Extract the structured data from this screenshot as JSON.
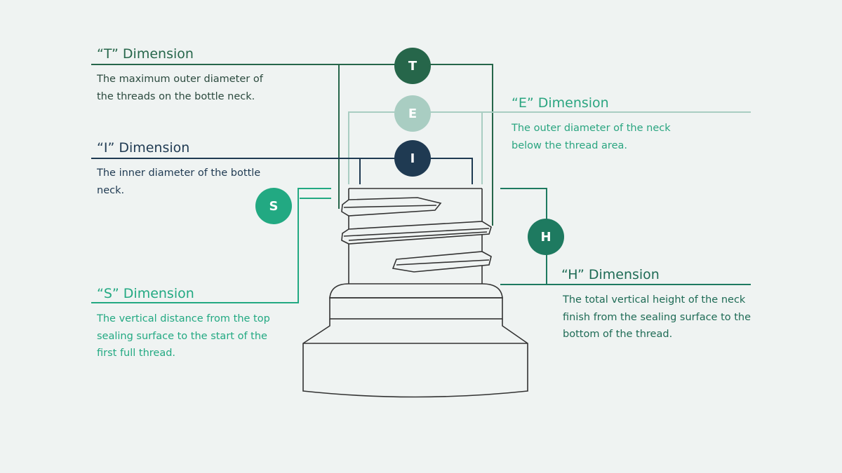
{
  "colors": {
    "T": "#26664a",
    "E": "#a9cdc2",
    "I": "#1f3a52",
    "S": "#22a982",
    "H": "#1e7a60"
  },
  "dimensions": {
    "T": {
      "badge": "T",
      "heading": "“T” Dimension",
      "text": "The maximum outer diameter of the threads on the bottle neck."
    },
    "E": {
      "badge": "E",
      "heading": "“E” Dimension",
      "text": "The outer diameter of the neck below the thread area."
    },
    "I": {
      "badge": "I",
      "heading": "“I” Dimension",
      "text": "The inner diameter of the bottle neck."
    },
    "S": {
      "badge": "S",
      "heading": "“S” Dimension",
      "text": "The vertical distance from the top sealing surface to the start of the first full thread."
    },
    "H": {
      "badge": "H",
      "heading": "“H” Dimension",
      "text": "The total vertical height of the neck finish from the sealing surface to the bottom of the thread."
    }
  }
}
